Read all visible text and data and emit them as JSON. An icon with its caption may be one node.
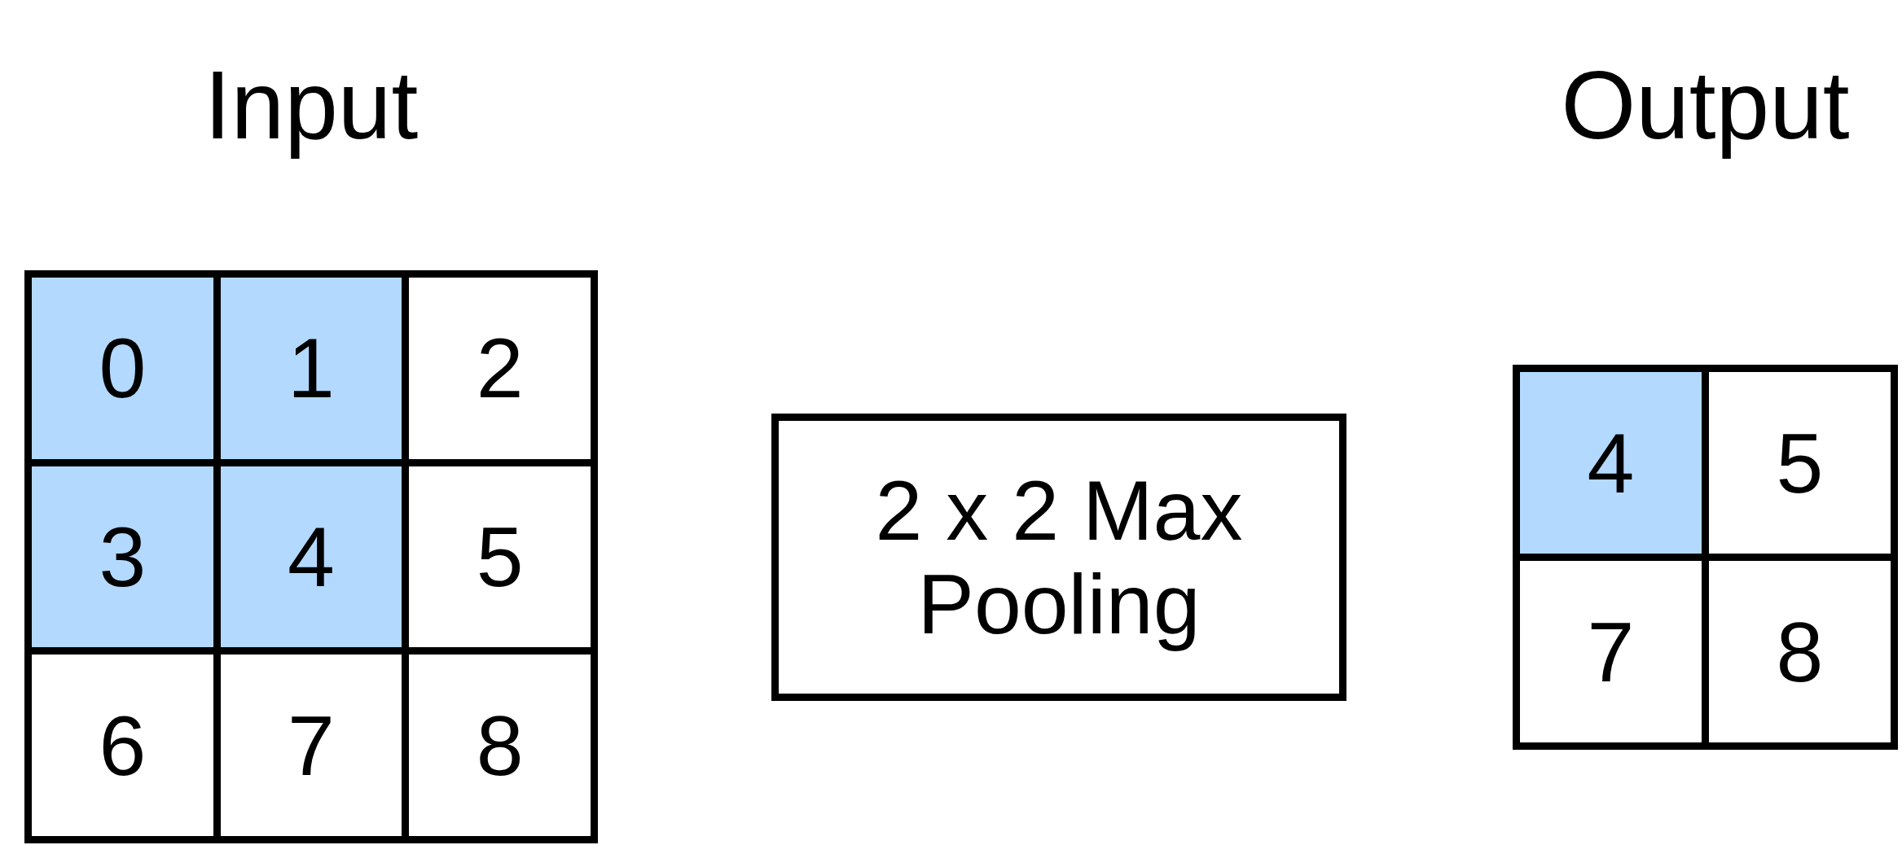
{
  "diagram": {
    "nodes": [
      {
        "text": [
          "Input"
        ]
      },
      {
        "text": [
          "0"
        ],
        "in": 0
      },
      {
        "text": [
          "1"
        ],
        "in": 0
      },
      {
        "text": [
          "2"
        ],
        "in": 0
      },
      {
        "text": [
          "3"
        ],
        "in": 0
      },
      {
        "text": [
          "4"
        ],
        "in": 0
      },
      {
        "text": [
          "5"
        ],
        "in": 0
      },
      {
        "text": [
          "6"
        ],
        "in": 0
      },
      {
        "text": [
          "7"
        ],
        "in": 0
      },
      {
        "text": [
          "8"
        ],
        "in": 0
      },
      {
        "text": [
          "2 x 2 Max Pooling"
        ]
      },
      {
        "text": [
          "Output"
        ]
      },
      {
        "text": [
          "4"
        ],
        "in": 11
      },
      {
        "text": [
          "5"
        ],
        "in": 11
      },
      {
        "text": [
          "7"
        ],
        "in": 11
      },
      {
        "text": [
          "8"
        ],
        "in": 11
      }
    ]
  }
}
